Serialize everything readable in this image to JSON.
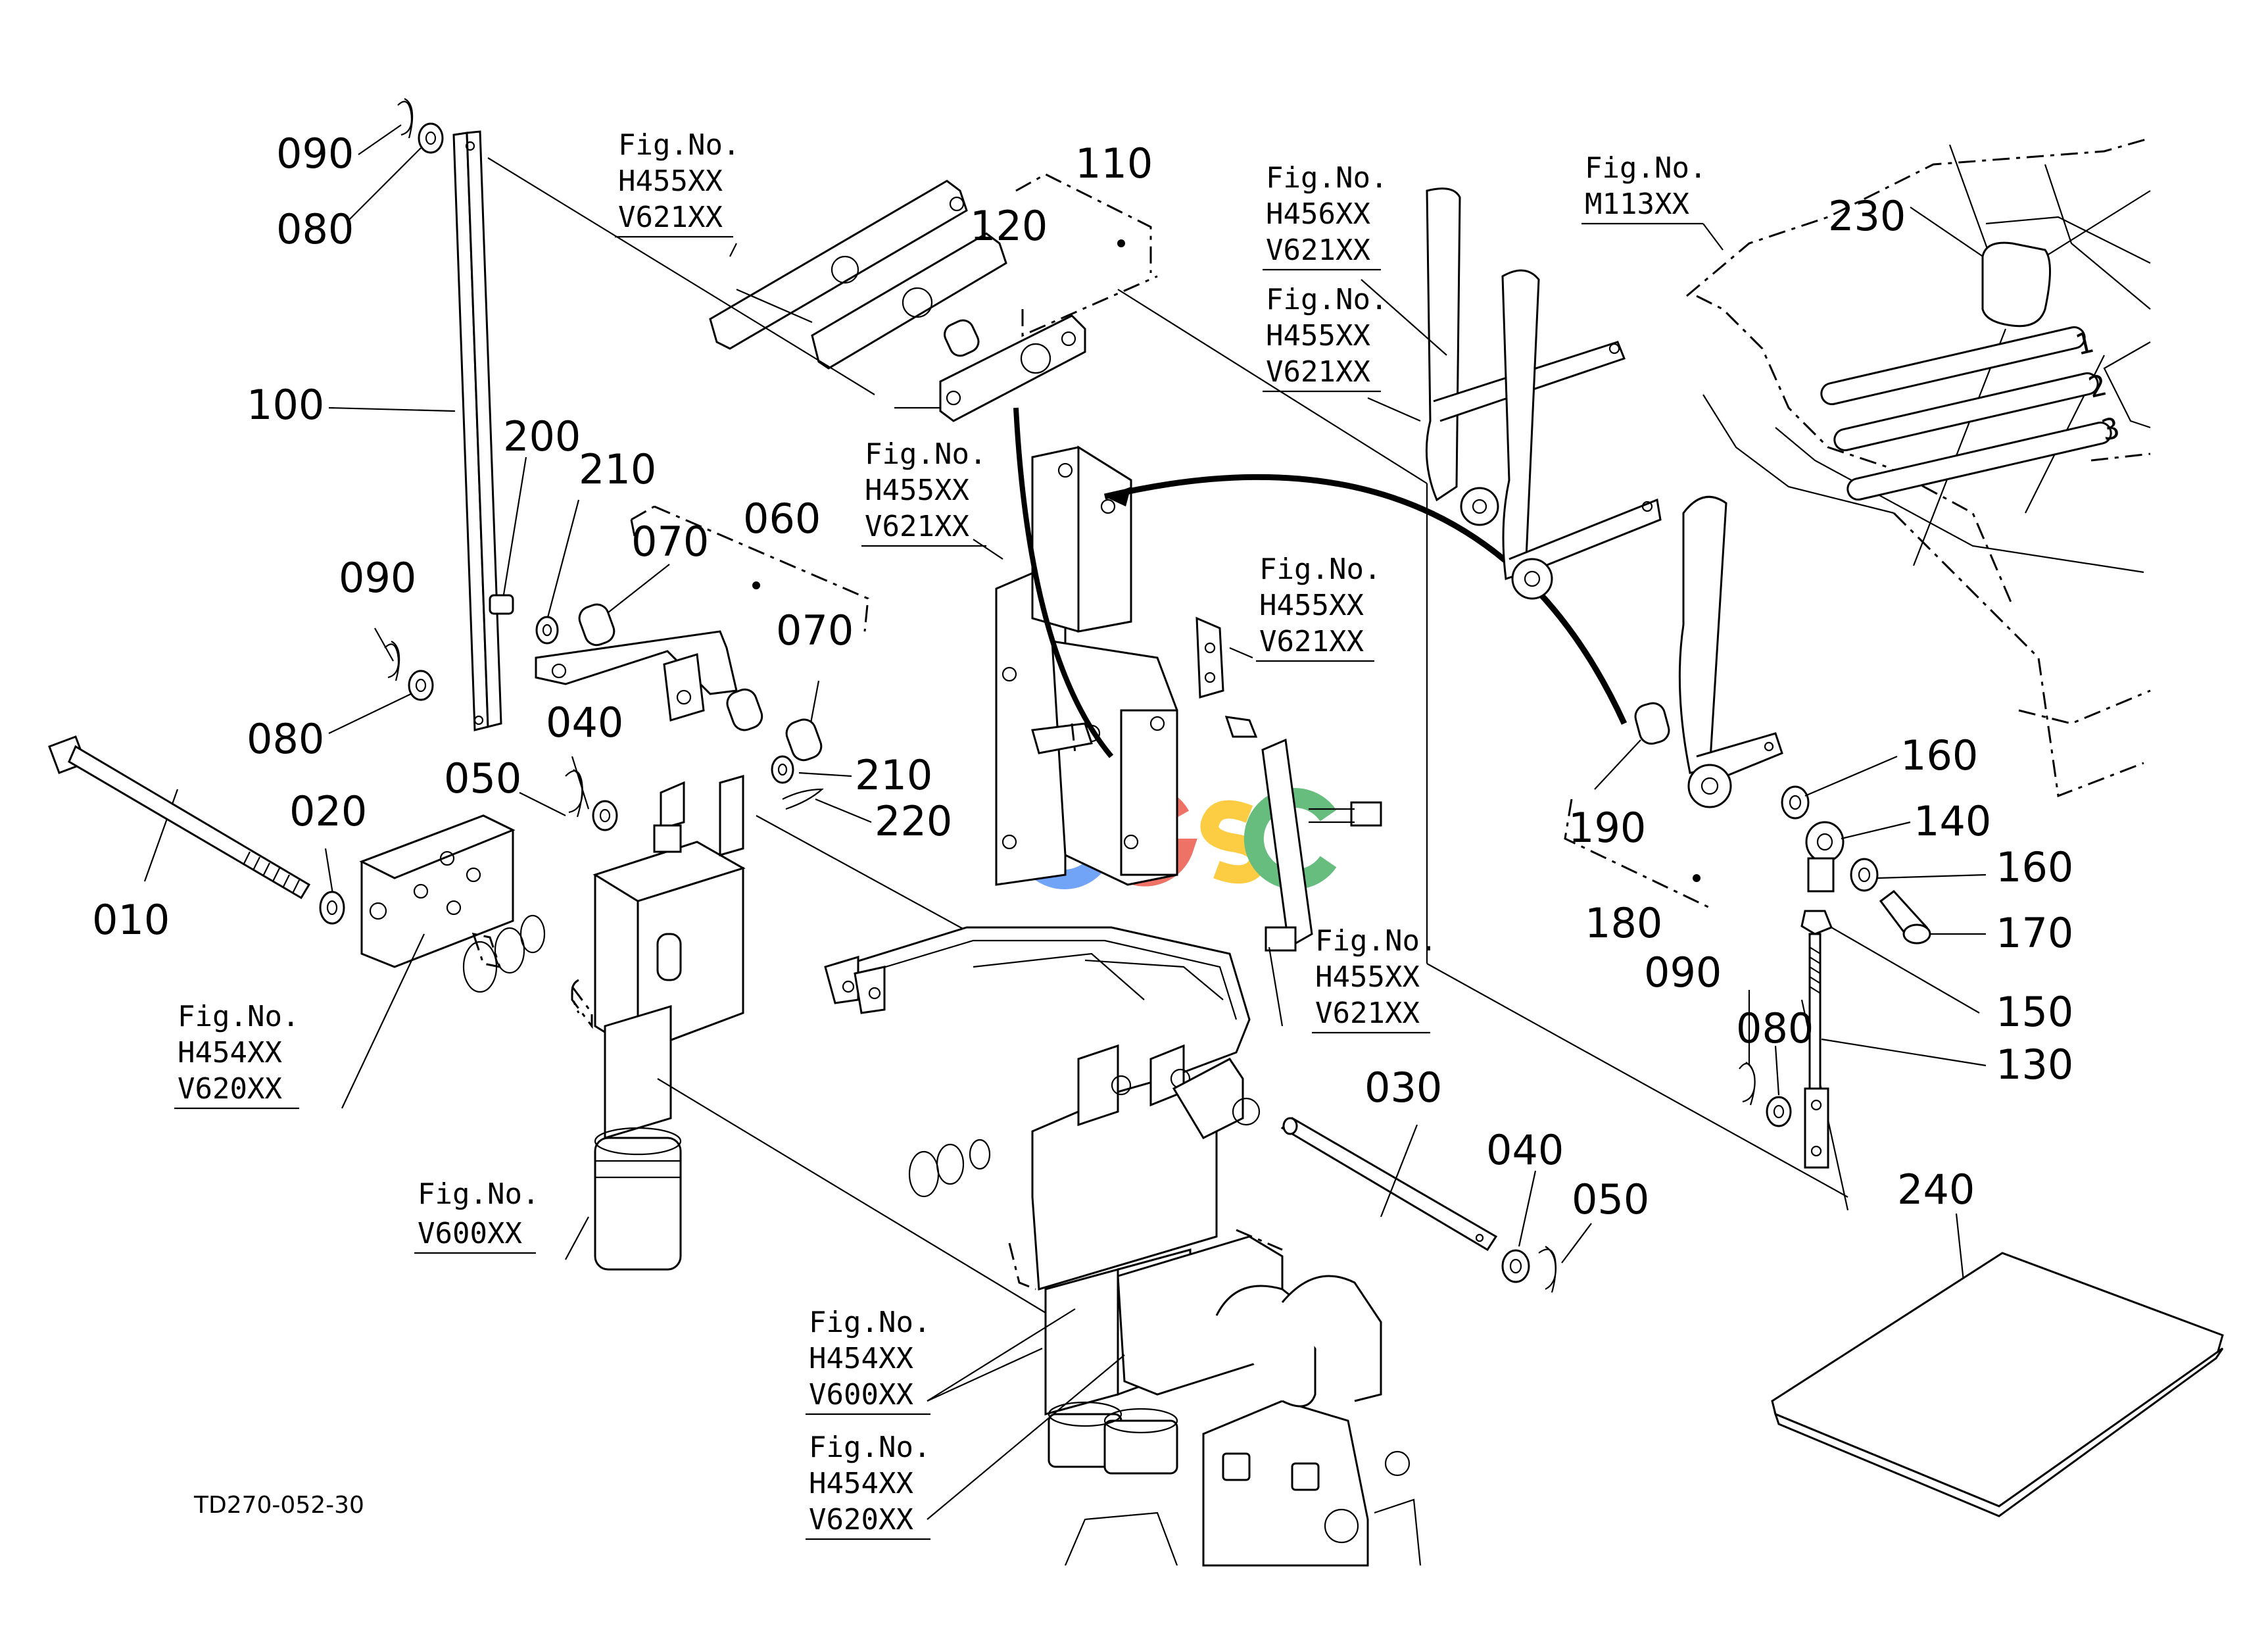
{
  "diagram_code": "TD270-052-30",
  "watermark": "CGSC",
  "watermark_colors": [
    "#4285F4",
    "#EA4335",
    "#FBBC05",
    "#34A853",
    "#4285F4"
  ],
  "part_numbers": {
    "p010": "010",
    "p020": "020",
    "p030": "030",
    "p040a": "040",
    "p040b": "040",
    "p050a": "050",
    "p050b": "050",
    "p060": "060",
    "p070a": "070",
    "p070b": "070",
    "p080a": "080",
    "p080b": "080",
    "p080c": "080",
    "p090a": "090",
    "p090b": "090",
    "p090c": "090",
    "p100": "100",
    "p110": "110",
    "p120": "120",
    "p130": "130",
    "p140": "140",
    "p150": "150",
    "p160a": "160",
    "p160b": "160",
    "p170": "170",
    "p180": "180",
    "p190": "190",
    "p200": "200",
    "p210a": "210",
    "p210b": "210",
    "p220": "220",
    "p230": "230",
    "p240": "240"
  },
  "figure_refs": {
    "r1": [
      "Fig.No.",
      "H455XX",
      "V621XX"
    ],
    "r2": [
      "Fig.No.",
      "H456XX",
      "V621XX"
    ],
    "r3": [
      "Fig.No.",
      "H455XX",
      "V621XX"
    ],
    "r4": [
      "Fig.No.",
      "M113XX"
    ],
    "r5": [
      "Fig.No.",
      "H455XX",
      "V621XX"
    ],
    "r6": [
      "Fig.No.",
      "H455XX",
      "V621XX"
    ],
    "r7": [
      "Fig.No.",
      "H455XX",
      "V621XX"
    ],
    "r8": [
      "Fig.No.",
      "H454XX",
      "V620XX"
    ],
    "r9": [
      "Fig.No.",
      "V600XX"
    ],
    "r10": [
      "Fig.No.",
      "H454XX",
      "V600XX"
    ],
    "r11": [
      "Fig.No.",
      "H454XX",
      "V620XX"
    ]
  },
  "shift_marks": [
    "1",
    "2",
    "3"
  ]
}
